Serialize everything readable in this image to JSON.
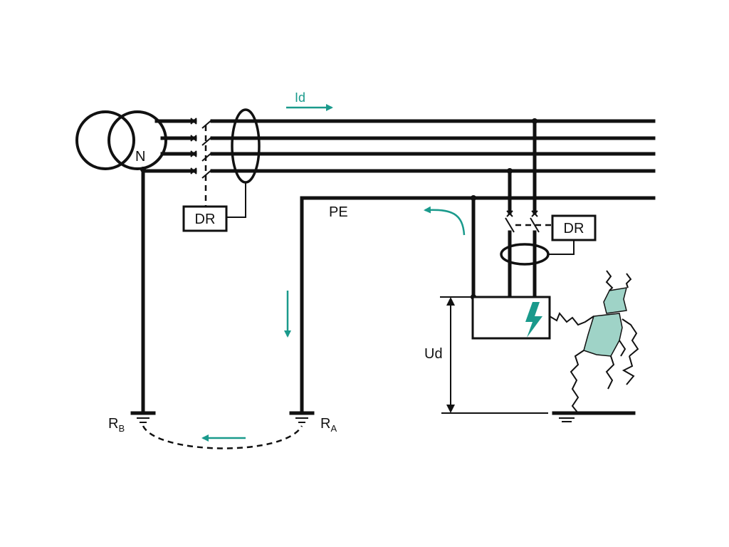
{
  "labels": {
    "neutral": "N",
    "fault_current": "Id",
    "protective_earth": "PE",
    "relay_left": "DR",
    "relay_right": "DR",
    "touch_voltage": "Ud",
    "earth_b_main": "R",
    "earth_b_sub": "B",
    "earth_a_main": "R",
    "earth_a_sub": "A"
  },
  "colors": {
    "line": "#111111",
    "accent": "#1a9a8c",
    "body_fill": "#9fd3c7",
    "background": "#ffffff"
  },
  "icons": {
    "transformer": "transformer-symbol",
    "fault": "lightning-bolt-icon",
    "ground": "earth-ground-symbol"
  }
}
